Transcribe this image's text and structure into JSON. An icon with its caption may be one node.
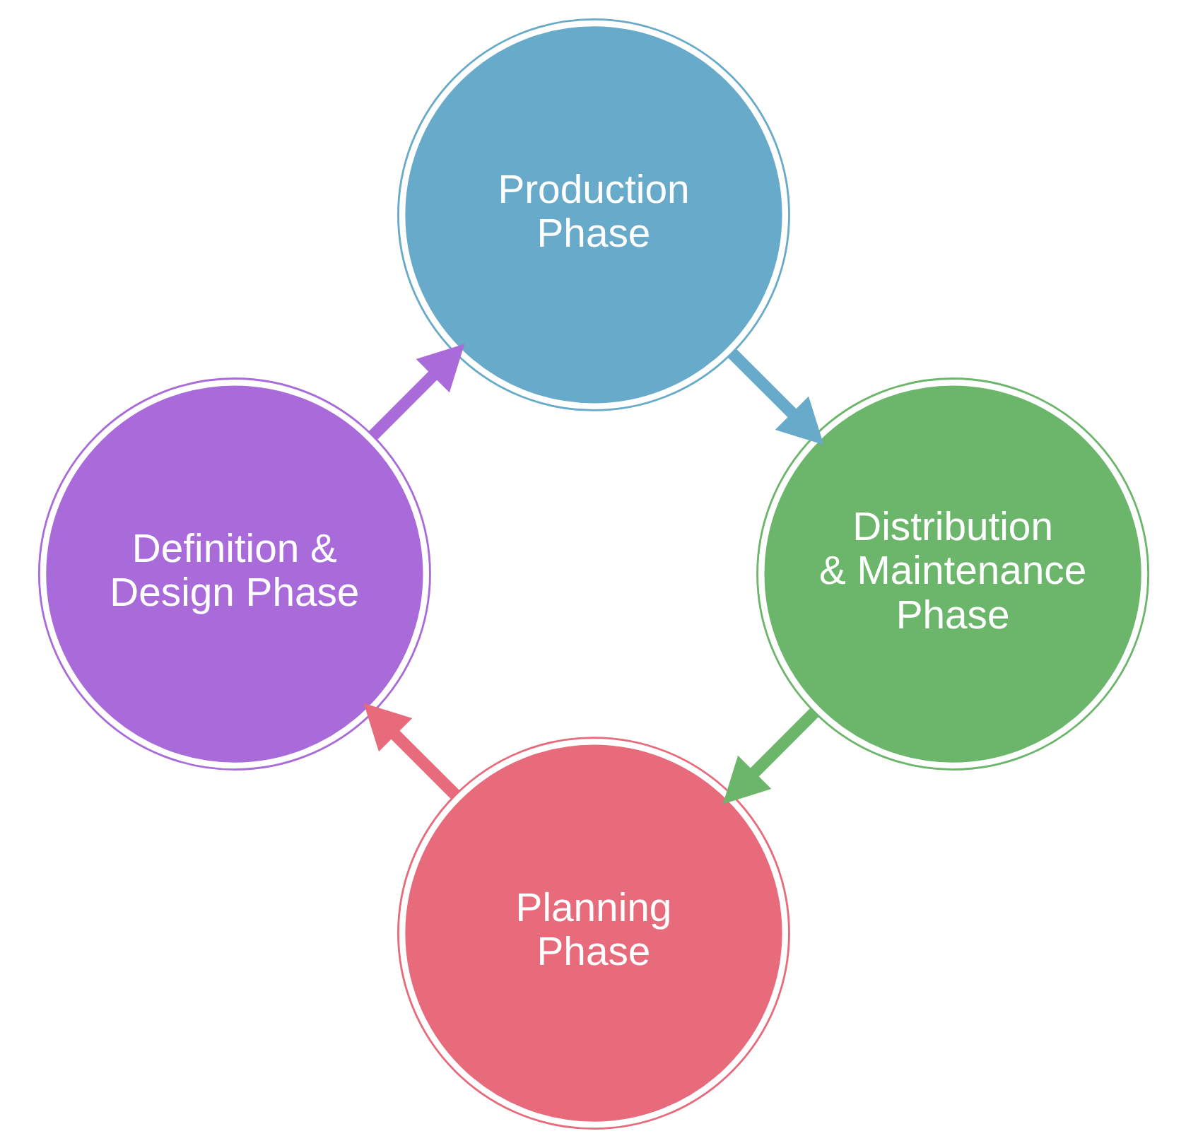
{
  "diagram": {
    "nodes": [
      {
        "text": [
          "Planning Phase"
        ]
      },
      {
        "text": [
          "Definition & Design Phase"
        ]
      },
      {
        "text": [
          "Production Phase"
        ]
      },
      {
        "text": [
          "Distribution & Maintenance Phase"
        ]
      }
    ],
    "edges": [
      {
        "from": 0,
        "to": 1,
        "arrow": "to",
        "color": "#e76b7b"
      },
      {
        "from": 1,
        "to": 2,
        "arrow": "to",
        "color": "#a86bd9"
      },
      {
        "from": 2,
        "to": 3,
        "arrow": "to",
        "color": "#68aac9"
      },
      {
        "from": 3,
        "to": 0,
        "arrow": "to",
        "color": "#6cb66c"
      }
    ]
  }
}
